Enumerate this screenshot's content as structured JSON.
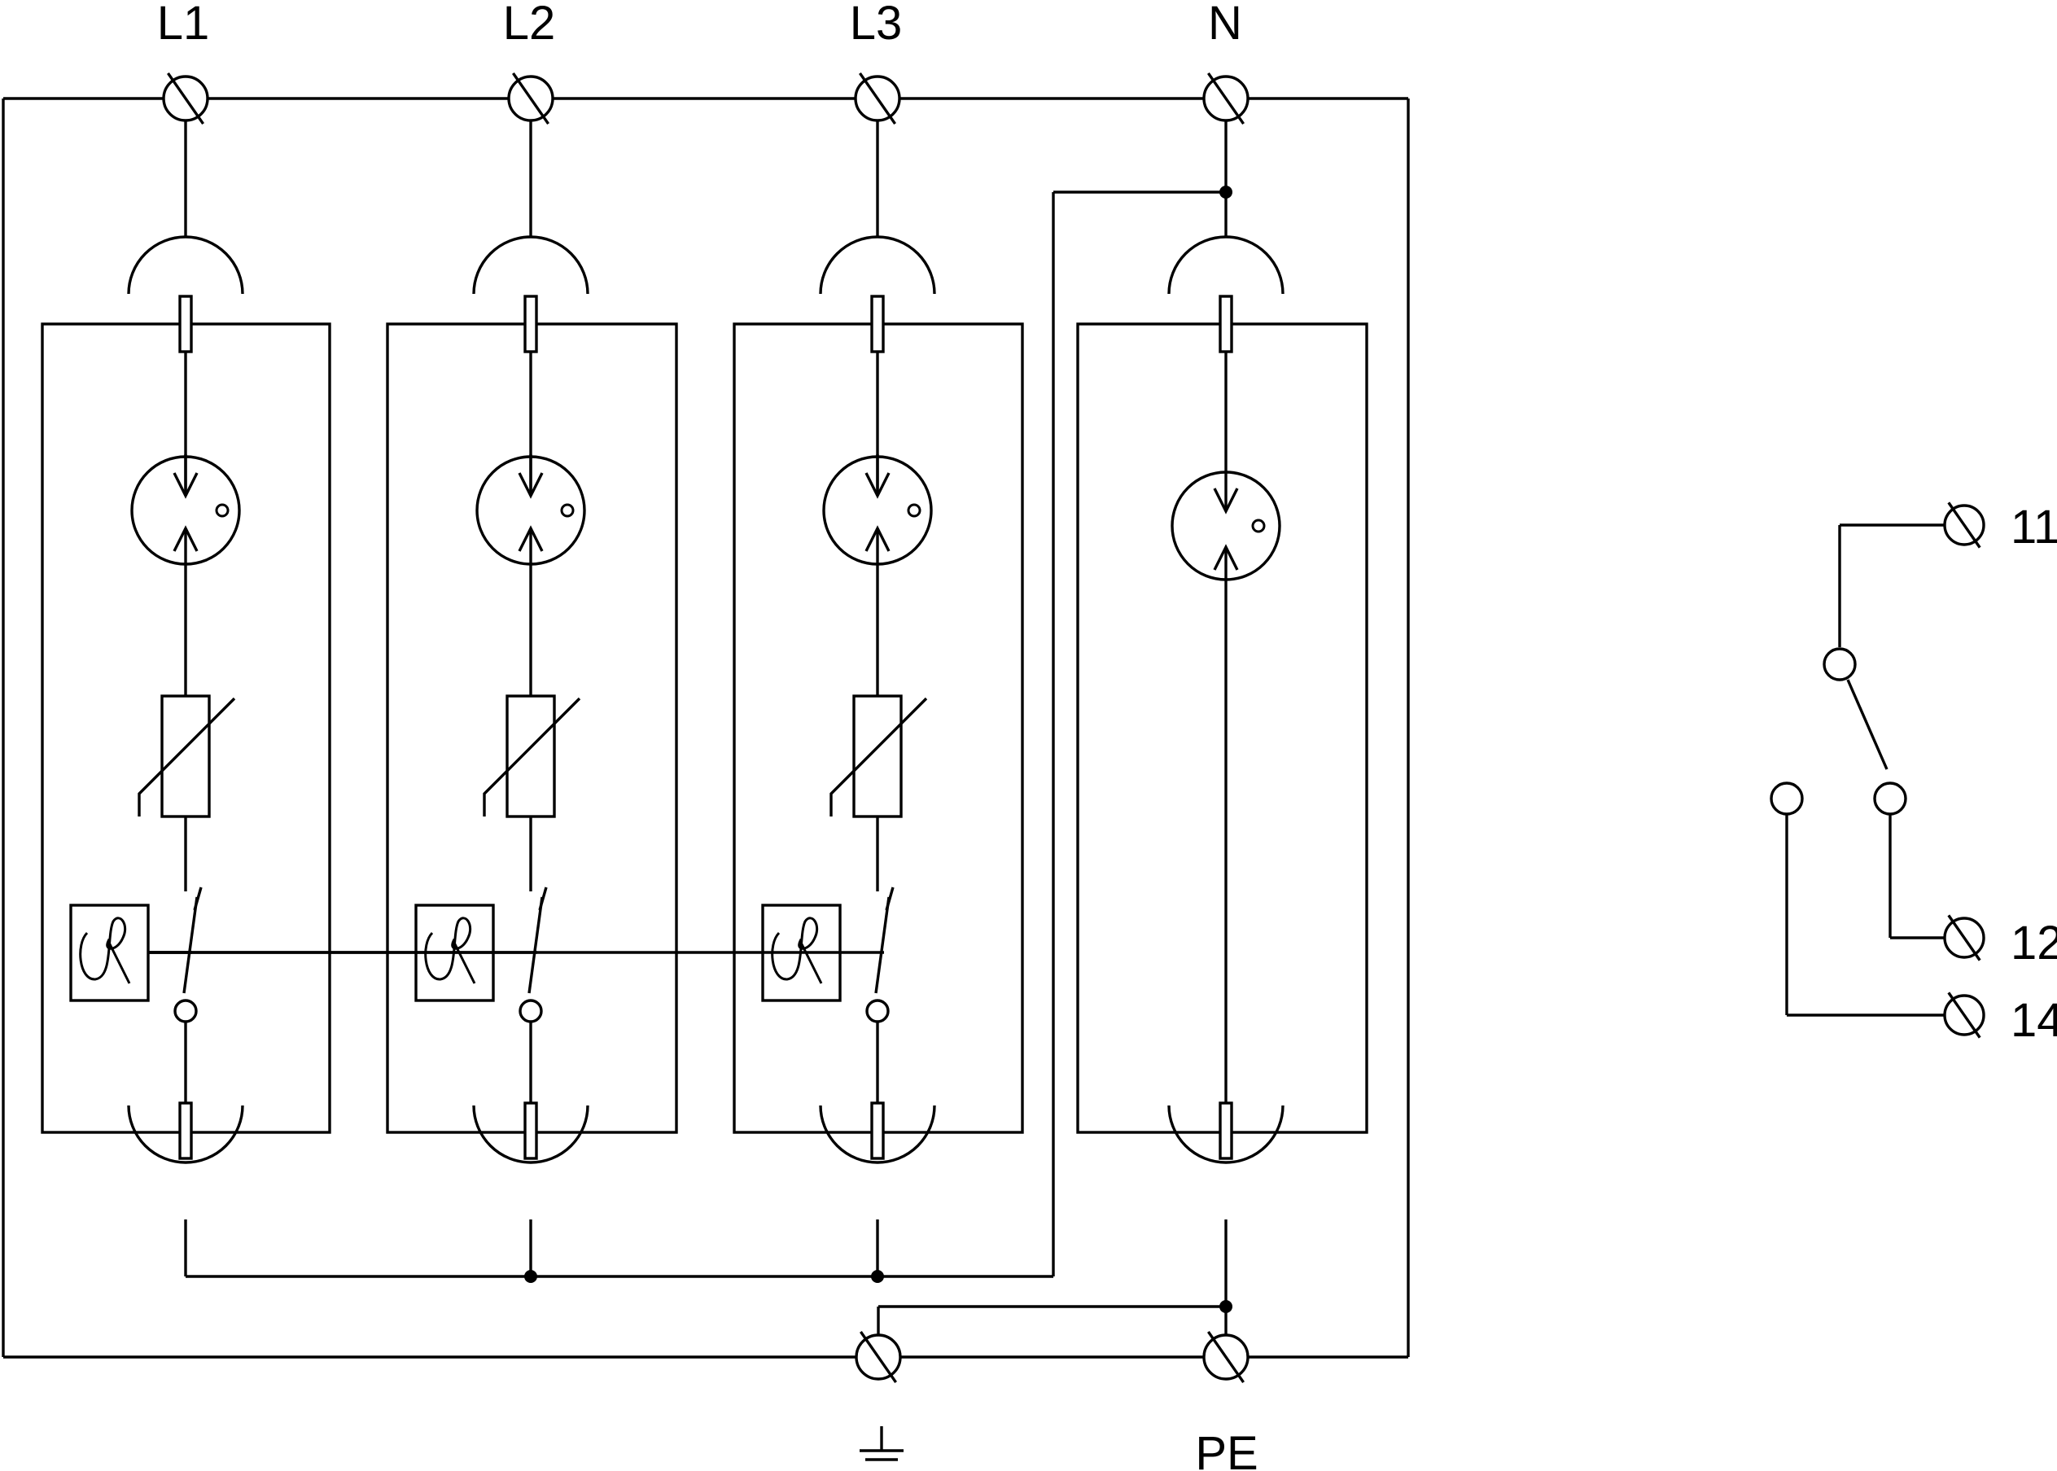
{
  "terminals": {
    "top": [
      "L1",
      "L2",
      "L3",
      "N"
    ],
    "bottom": [
      "",
      "PE"
    ],
    "contacts": [
      "11",
      "12",
      "14"
    ]
  },
  "icons": {
    "terminal": "screw-terminal-icon",
    "spark_gap": "spark-gap-icon",
    "varistor": "varistor-icon",
    "thermal": "thermal-disconnector-icon",
    "earth": "earth-ground-icon",
    "contact": "changeover-contact-icon"
  }
}
